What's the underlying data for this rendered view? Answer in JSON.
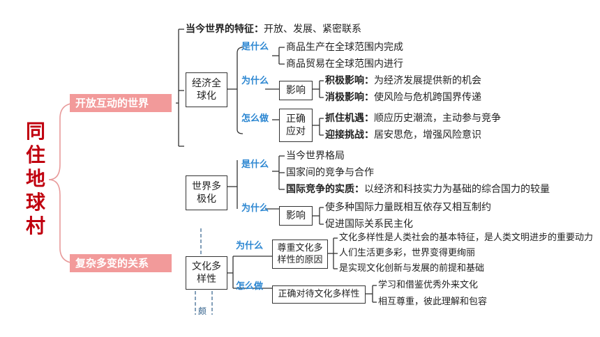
{
  "main_title": [
    "同",
    "住",
    "地",
    "球",
    "村"
  ],
  "topic1": "开放互动的世界",
  "topic2": "复杂多变的关系",
  "feature": {
    "label": "当今世界的特征：",
    "text": "开放、发展、紧密联系"
  },
  "econ": {
    "box": [
      "经济全",
      "球化"
    ],
    "what_label": "是什么",
    "what_items": [
      "商品生产在全球范围内完成",
      "商品贸易在全球范围内进行"
    ],
    "why_label": "为什么",
    "impact_box": "影响",
    "impact_items": [
      {
        "label": "积极影响：",
        "text": "为经济发展提供新的机会"
      },
      {
        "label": "消极影响：",
        "text": "使风险与危机跨国界传递"
      }
    ],
    "how_label": "怎么做",
    "respond_box": [
      "正确",
      "应对"
    ],
    "respond_items": [
      {
        "label": "抓住机遇：",
        "text": "顺应历史潮流，主动参与竞争"
      },
      {
        "label": "迎接挑战：",
        "text": "居安思危，增强风险意识"
      }
    ]
  },
  "multi": {
    "box": [
      "世界多",
      "极化"
    ],
    "what_label": "是什么",
    "what_items": [
      "当今世界格局",
      "国家间的竞争与合作"
    ],
    "essence": {
      "label": "国际竞争的实质：",
      "text": "以经济和科技实力为基础的综合国力的较量"
    },
    "why_label": "为什么",
    "impact_box": "影响",
    "impact_items": [
      "使多种国际力量既相互依存又相互制约",
      "促进国际关系民主化"
    ]
  },
  "culture": {
    "box": [
      "文化多",
      "样性"
    ],
    "why_label": "为什么",
    "reason_box": [
      "尊重文化多",
      "样性的原因"
    ],
    "reason_items": [
      "文化多样性是人类社会的基本特征，是人类文明进步的重要动力",
      "人们生活更多彩，世界变得更绚丽",
      "是实现文化创新与发展的前提和基础"
    ],
    "how_label": "怎么做",
    "treat_box": "正确对待文化多样性",
    "treat_items": [
      "学习和借鉴优秀外来文化",
      "相互尊重，彼此理解和包容"
    ]
  },
  "fragment": "颇",
  "colors": {
    "main": "#c0000f",
    "topic_bg": "#f29a9a",
    "why": "#2b86d1",
    "line": "#333333",
    "brace": "#e89a9a"
  }
}
